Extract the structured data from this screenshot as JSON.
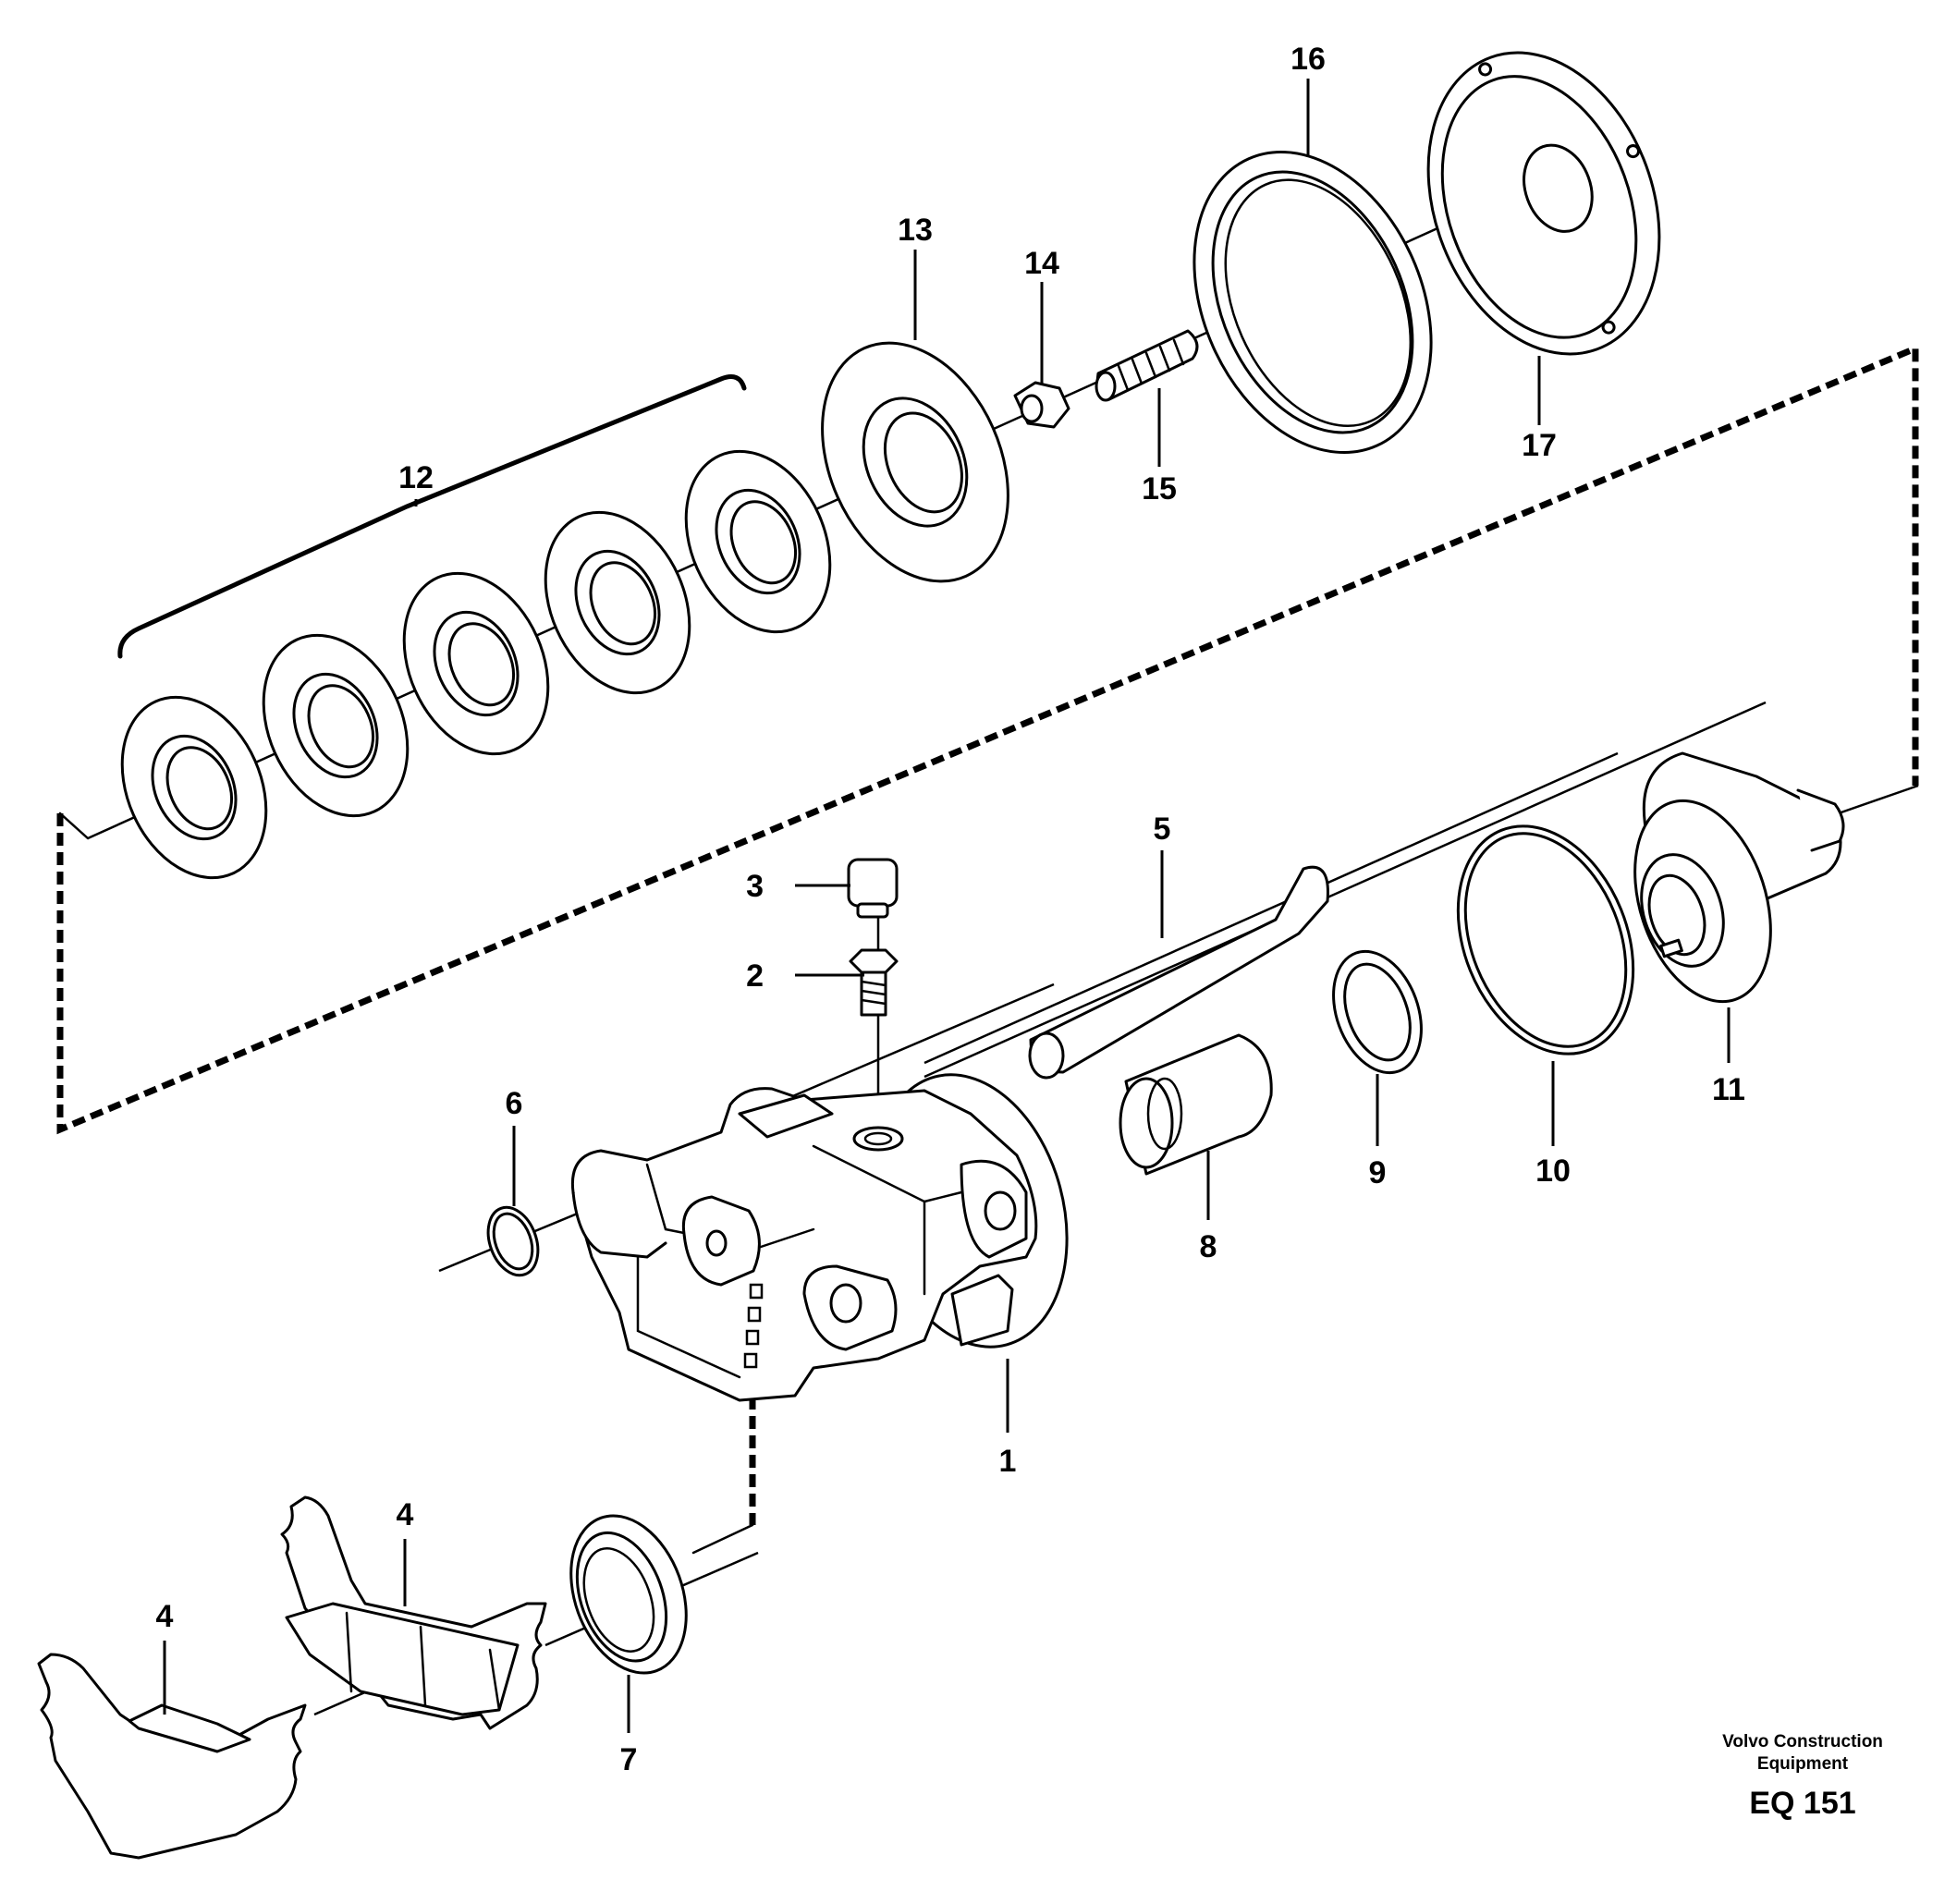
{
  "callouts": {
    "c1": "1",
    "c2": "2",
    "c3": "3",
    "c4a": "4",
    "c4b": "4",
    "c5": "5",
    "c6": "6",
    "c7": "7",
    "c8": "8",
    "c9": "9",
    "c10": "10",
    "c11": "11",
    "c12": "12",
    "c13": "13",
    "c14": "14",
    "c15": "15",
    "c16": "16",
    "c17": "17"
  },
  "footer": {
    "brand_line1": "Volvo Construction",
    "brand_line2": "Equipment",
    "figure_code": "EQ 151"
  }
}
